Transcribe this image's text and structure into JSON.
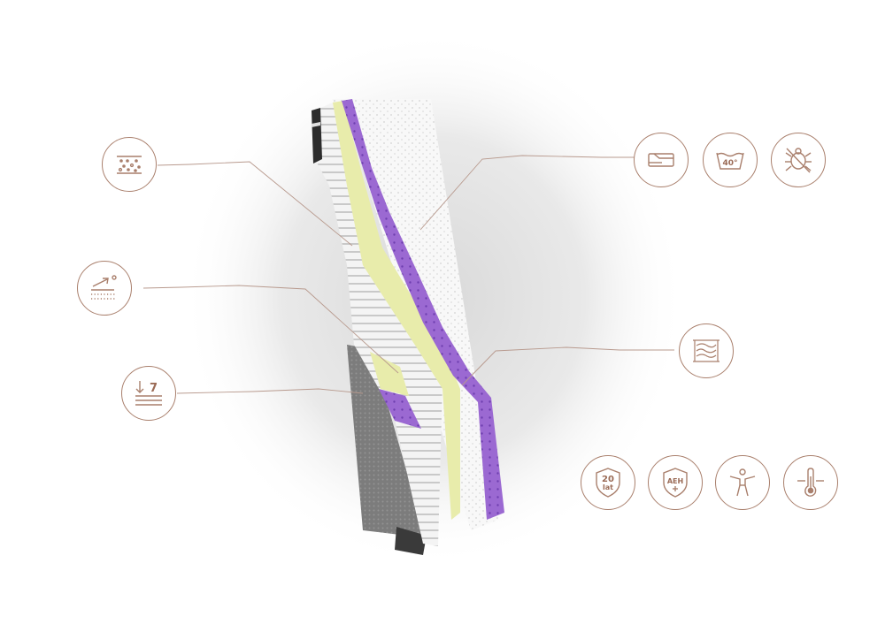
{
  "palette": {
    "icon_stroke": "#a97f6c",
    "leader_line": "#b89a8e",
    "foam_yellow": "#e9ecab",
    "foam_purple": "#9c6bd3",
    "cover_white": "#f6f6f6",
    "cover_grey": "#7a7a7a",
    "halo": "#e2e2e2"
  },
  "left_icons": [
    {
      "name": "open-cell-foam-icon"
    },
    {
      "name": "heat-dissipation-icon"
    },
    {
      "name": "seven-zone-icon",
      "label": "7"
    }
  ],
  "right_top_icons": [
    {
      "name": "removable-cover-icon"
    },
    {
      "name": "wash-40-icon",
      "label": "40°"
    },
    {
      "name": "anti-mite-icon"
    }
  ],
  "right_mid_icon": {
    "name": "foam-structure-icon"
  },
  "bottom_icons": [
    {
      "name": "warranty-20-icon",
      "label_top": "20",
      "label_bottom": "lat"
    },
    {
      "name": "aeh-certificate-icon",
      "label": "AEH"
    },
    {
      "name": "ergonomic-body-icon"
    },
    {
      "name": "thermo-regulation-icon"
    }
  ]
}
